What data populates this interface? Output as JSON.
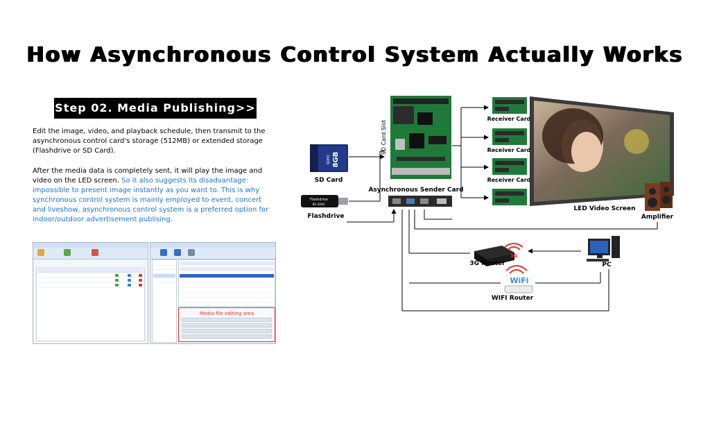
{
  "title": "How Asynchronous Control System Actually Works",
  "step_banner": "Step 02. Media Publishing>>",
  "paragraph1": "Edit the image, video, and playback schedule, then transmit to the asynchronous control card's storage (512MB) or extended storage (Flashdrive or SD Card).",
  "paragraph2_plain": "After the media data is completely sent, it will play the image and video on the LED screen.",
  "paragraph2_highlight": "So it also suggests its disadvantage: impossible to present image instantly as you want to. This is why synchronous control system is mainly employed to event, concert and liveshow, asynchronous control system is a preferred option for indoor/outdoor advertisement publising.",
  "screenshot_overlay_label": "Media file editing area",
  "colors": {
    "highlight": "#1e73d6",
    "pcb_green": "#1f7a3a",
    "banner_bg": "#000000",
    "red": "#e0302a"
  },
  "diagram": {
    "sd_card": {
      "label": "SD Card",
      "chip_text": "8GB",
      "chip_subtext": "SDHC"
    },
    "flashdrive": {
      "label": "Flashdrive",
      "chip_text": "Flashdrive",
      "chip_subtext": "8G SDHC"
    },
    "sd_card_slot": "SD Card Slot",
    "sender_card": "Asynchronous Sender Card",
    "receiver_cards": [
      "Receiver Card",
      "Receiver Card",
      "Receiver Card"
    ],
    "led_screen": "LED Video Screen",
    "amplifier": "Amplifier",
    "router_3g": "3G Router",
    "router_3g_icon": "3G",
    "pc": "PC",
    "wifi_router": "WIFI Router",
    "wifi_icon": "WiFi"
  }
}
